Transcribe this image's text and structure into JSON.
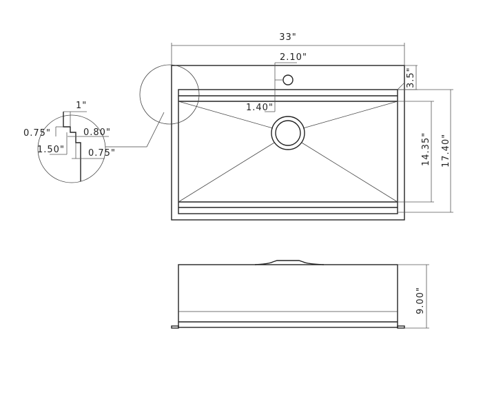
{
  "top_view": {
    "overall_width": "33\"",
    "faucet_offset": "2.10\"",
    "faucet_depth": "1.40\"",
    "deck_depth": "3.5\"",
    "bowl_length": "14.35\"",
    "overall_length": "17.40\""
  },
  "detail_view": {
    "step_width": "1\"",
    "step_a": "0.75\"",
    "step_b": "0.80\"",
    "step_depth": "1.50\"",
    "step_c": "0.75\""
  },
  "side_view": {
    "depth": "9.00\""
  }
}
